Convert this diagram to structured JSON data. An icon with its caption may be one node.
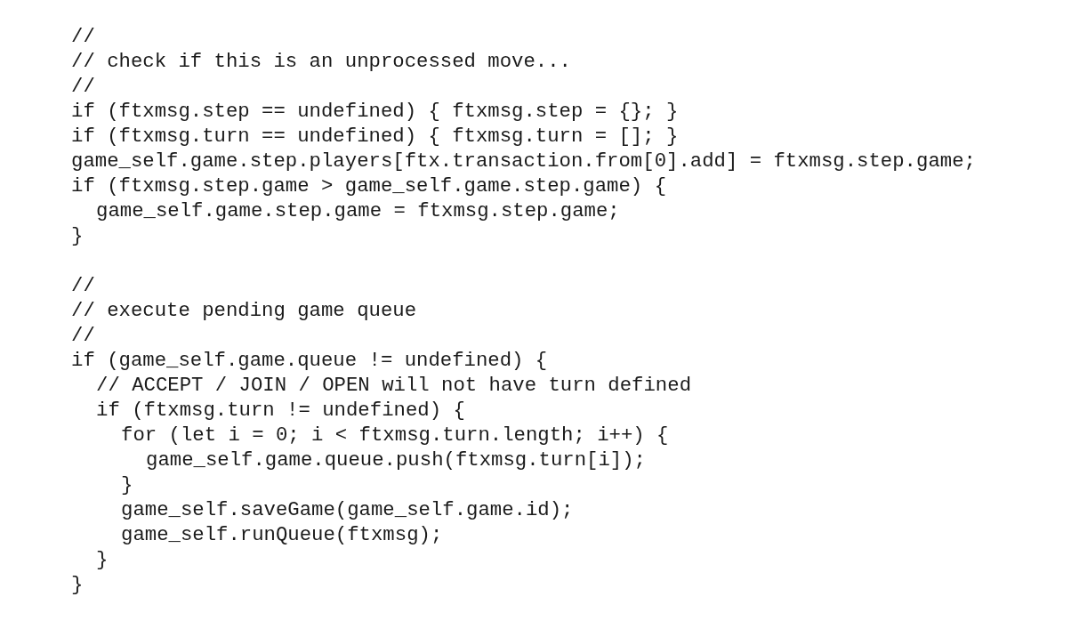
{
  "diagram": {
    "labels": [
      "//",
      "// check if this is an unprocessed move...",
      "//",
      "if (ftxmsg.step == undefined) { ftxmsg.step = {}; }",
      "if (ftxmsg.turn == undefined) { ftxmsg.turn = []; }",
      "game_self.game.step.players[ftx.transaction.from[0].add] = ftxmsg.step.game;",
      "if (ftxmsg.step.game > game_self.game.step.game) {",
      "game_self.game.step.game = ftxmsg.step.game;",
      "}",
      "//",
      "// execute pending game queue",
      "//",
      "if (game_self.game.queue != undefined) {",
      "// ACCEPT / JOIN / OPEN will not have turn defined",
      "if (ftxmsg.turn != undefined) {",
      "for (let i = 0; i < ftxmsg.turn.length; i++) {",
      "game_self.game.queue.push(ftxmsg.turn[i]);",
      "}",
      "game_self.saveGame(game_self.game.id);",
      "game_self.runQueue(ftxmsg);",
      "}",
      "}"
    ]
  }
}
